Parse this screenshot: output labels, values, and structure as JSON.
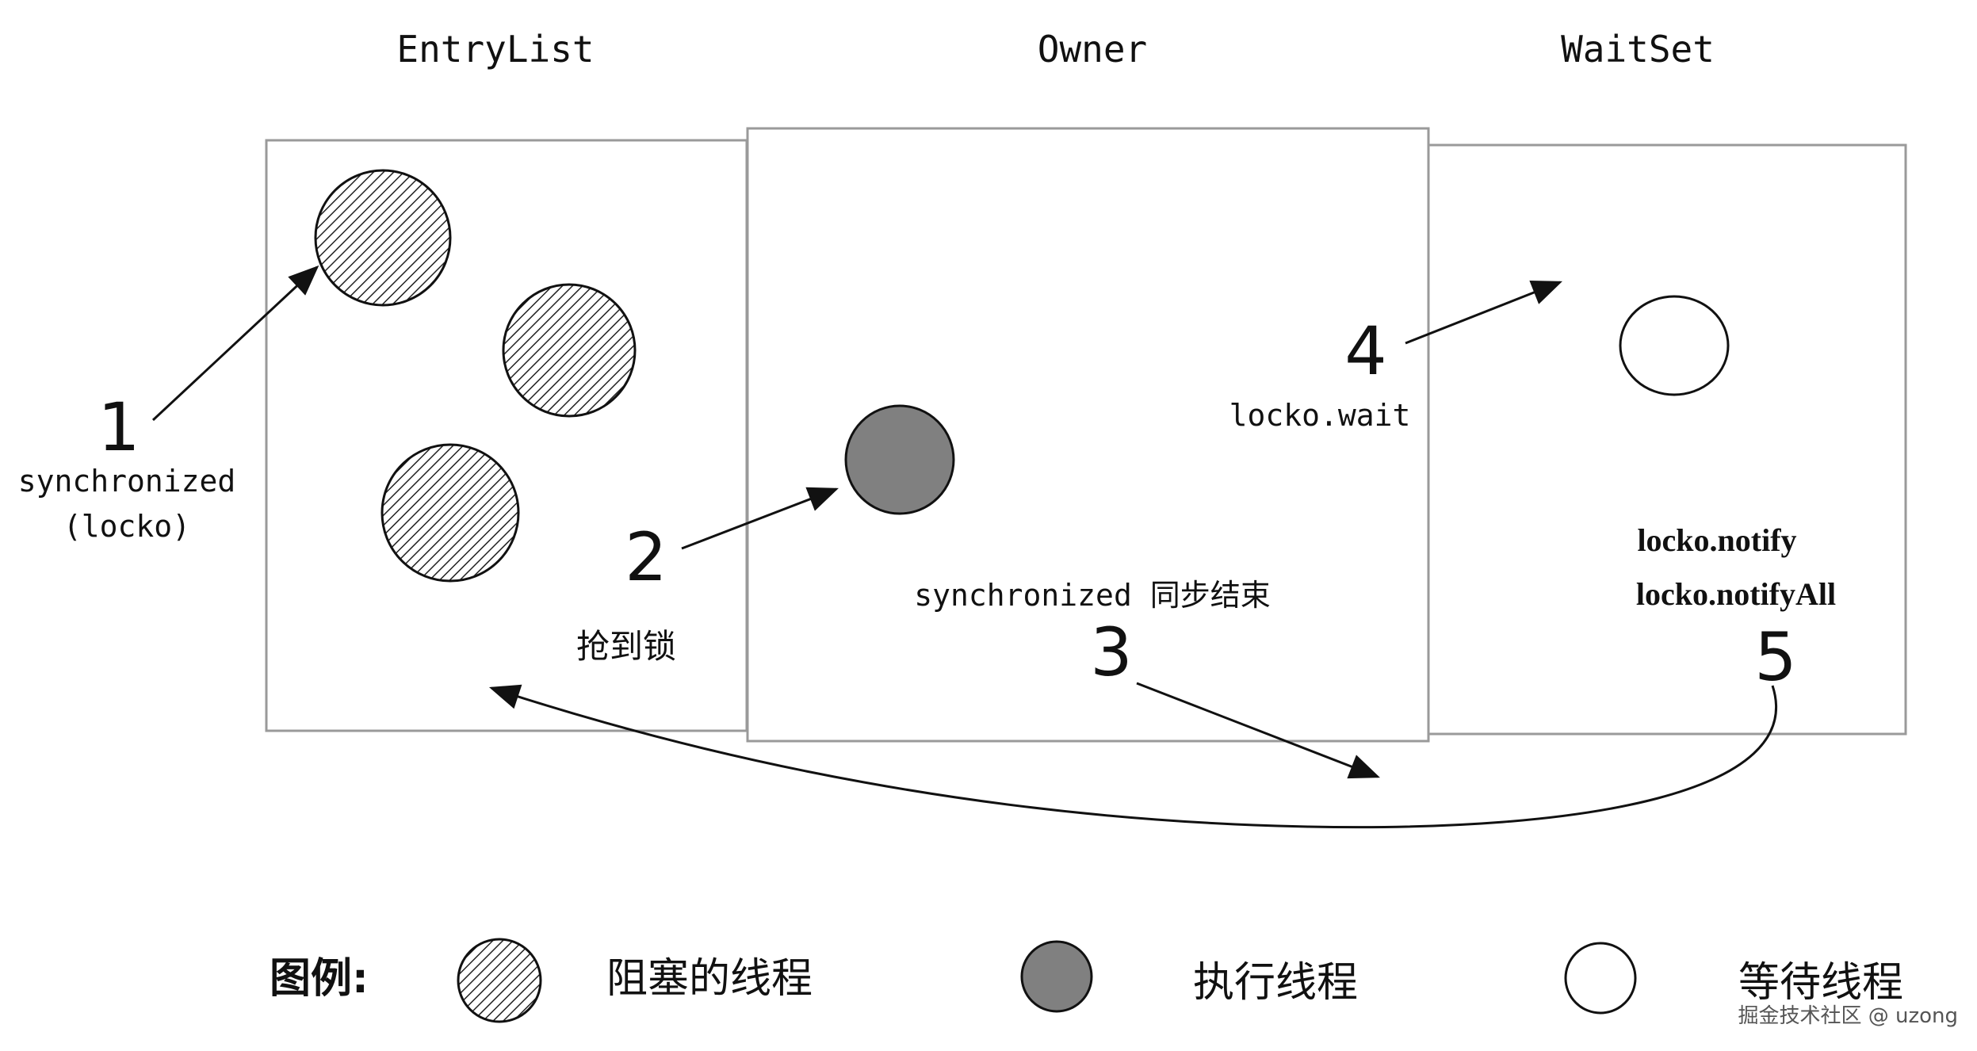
{
  "sections": {
    "entrylist": "EntryList",
    "owner": "Owner",
    "waitset": "WaitSet"
  },
  "steps": {
    "one": {
      "number": "1",
      "line1": "synchronized",
      "line2": "(locko)"
    },
    "two": {
      "number": "2",
      "label": "抢到锁"
    },
    "three": {
      "number": "3",
      "label": "synchronized 同步结束"
    },
    "four": {
      "number": "4",
      "label": "locko.wait"
    },
    "five": {
      "number": "5",
      "line1": "locko.notify",
      "line2": "locko.notifyAll"
    }
  },
  "legend": {
    "title": "图例:",
    "blocked": "阻塞的线程",
    "running": "执行线程",
    "waiting": "等待线程"
  },
  "watermark": "掘金技术社区 @ uzong",
  "colors": {
    "running_fill": "#808080",
    "stroke": "#111111",
    "box_border": "#9a9a9a"
  }
}
